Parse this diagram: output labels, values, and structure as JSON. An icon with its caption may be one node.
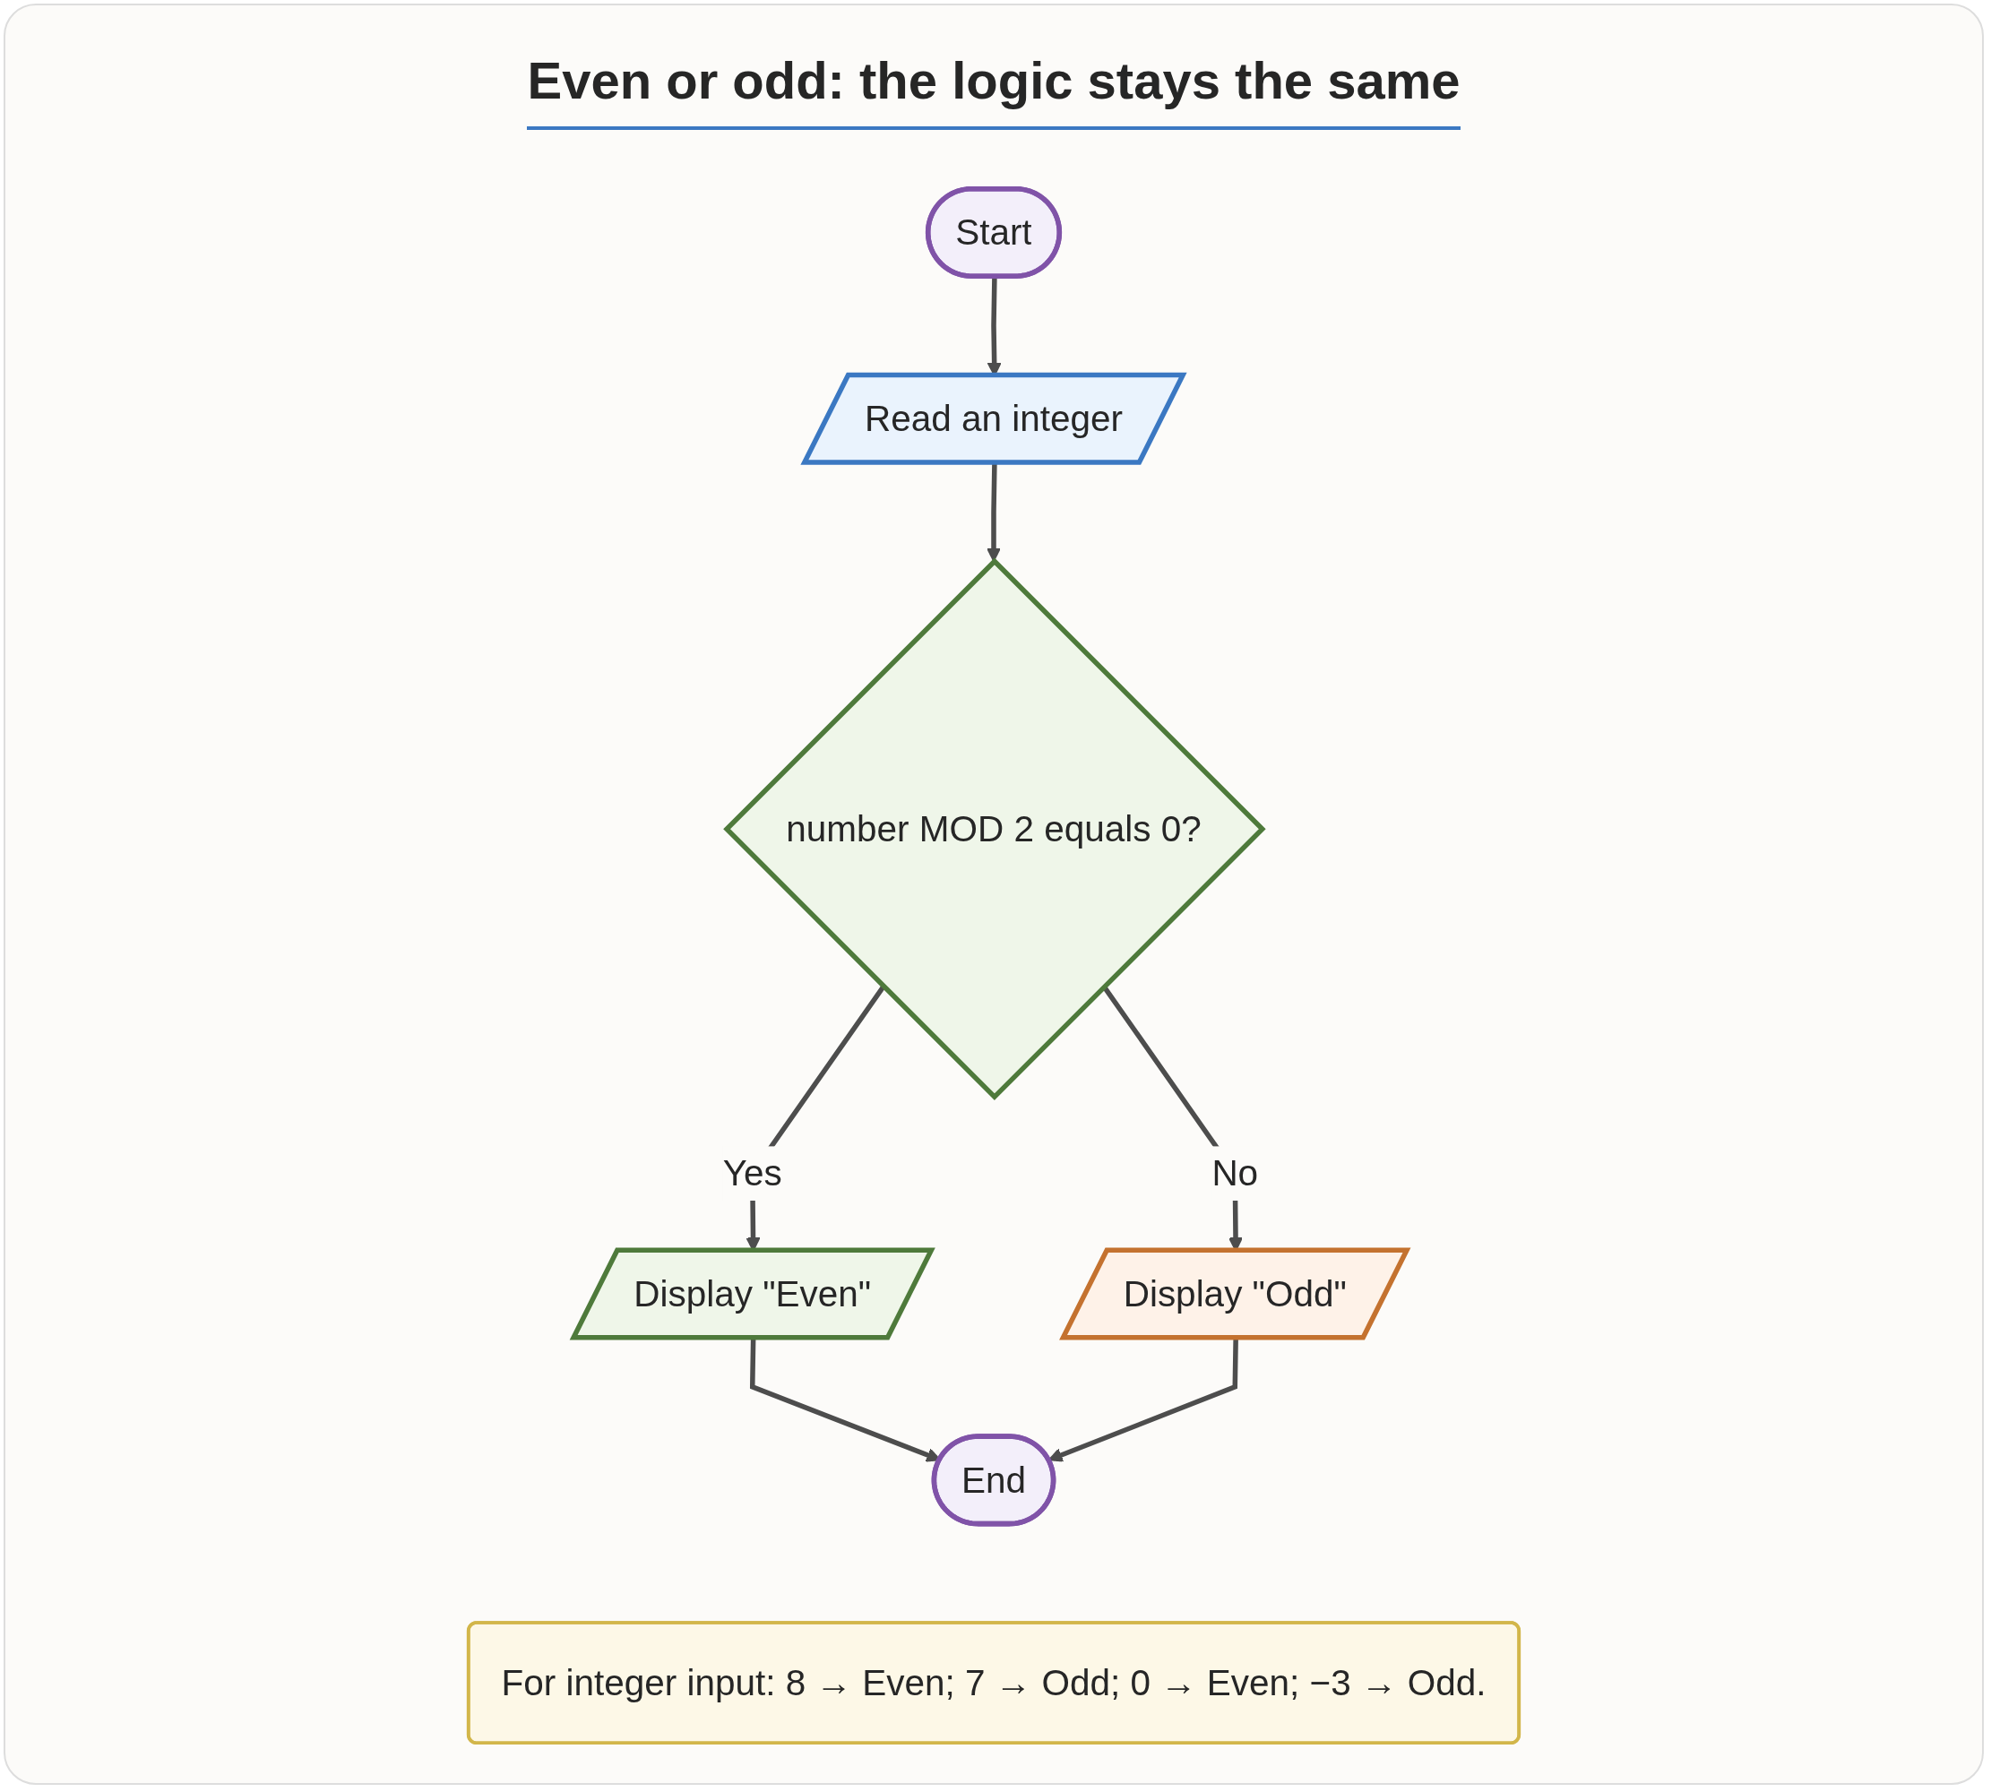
{
  "diagram": {
    "title": "Even or odd: the logic stays the same",
    "nodes": [
      {
        "text": [
          "Start"
        ]
      },
      {
        "text": [
          "Read an integer"
        ]
      },
      {
        "text": [
          "number MOD 2 equals 0?"
        ]
      },
      {
        "text": [
          "Display \"Even\""
        ]
      },
      {
        "text": [
          "Display \"Odd\""
        ]
      },
      {
        "text": [
          "End"
        ]
      },
      {
        "text": [
          "For integer input: 8 → Even; 7 → Odd; 0 → Even; −3 → Odd."
        ]
      }
    ],
    "edges": [
      {
        "from": 0,
        "to": 1,
        "arrow": "to"
      },
      {
        "from": 1,
        "to": 2,
        "arrow": "to"
      },
      {
        "from": 2,
        "to": 3,
        "label": "Yes",
        "arrow": "to"
      },
      {
        "from": 2,
        "to": 4,
        "label": "No",
        "arrow": "to"
      },
      {
        "from": 3,
        "to": 5,
        "arrow": "to"
      },
      {
        "from": 4,
        "to": 5,
        "arrow": "to"
      }
    ]
  }
}
